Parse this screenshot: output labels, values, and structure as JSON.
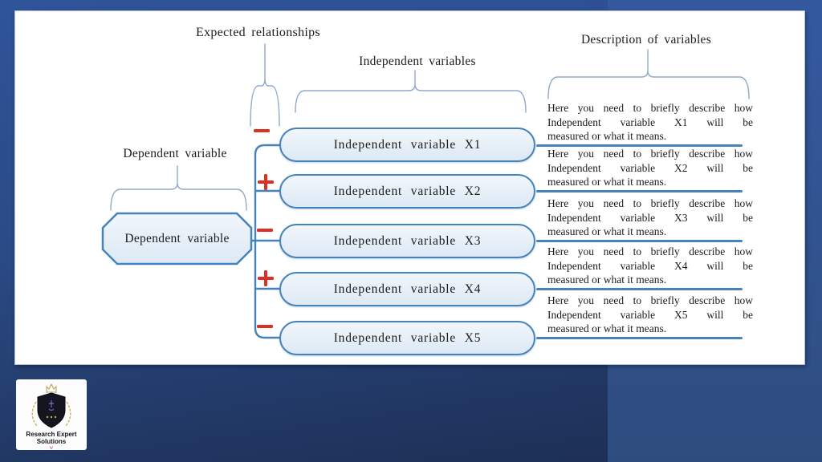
{
  "diagram": {
    "expected_label": "Expected relationships",
    "independent_label": "Independent variables",
    "description_label": "Description of variables",
    "dependent_label": "Dependent variable",
    "dependent_box": "Dependent variable",
    "rows": [
      {
        "sign": "−",
        "box": "Independent variable X1",
        "desc": [
          "Here you need to briefly describe how",
          "Independent variable X1 will be",
          "measured or what it means."
        ]
      },
      {
        "sign": "+",
        "box": "Independent variable X2",
        "desc": [
          "Here you need to briefly describe how",
          "Independent variable X2 will be",
          "measured or what it means."
        ]
      },
      {
        "sign": "−",
        "box": "Independent variable X3",
        "desc": [
          "Here you need to briefly describe how",
          "Independent variable X3 will be",
          "measured or what it means."
        ]
      },
      {
        "sign": "+",
        "box": "Independent variable X4",
        "desc": [
          "Here you need to briefly describe how",
          "Independent variable X4 will be",
          "measured or what it means."
        ]
      },
      {
        "sign": "−",
        "box": "Independent variable X5",
        "desc": [
          "Here you need to briefly describe how",
          "Independent variable X5 will be",
          "measured or what it means."
        ]
      }
    ]
  },
  "logo": {
    "line1": "Research Expert",
    "line2": "Solutions"
  },
  "colors": {
    "accent_blue": "#4583ba",
    "brace_blue": "#90a8cb",
    "sign_red": "#dd2f23",
    "box_fill_light": "#f1f6fb",
    "box_fill_dark": "#dde9f5",
    "panel_bg": "#ffffff",
    "slide_bg_top": "#30549a",
    "slide_bg_bottom": "#1c2d50"
  }
}
